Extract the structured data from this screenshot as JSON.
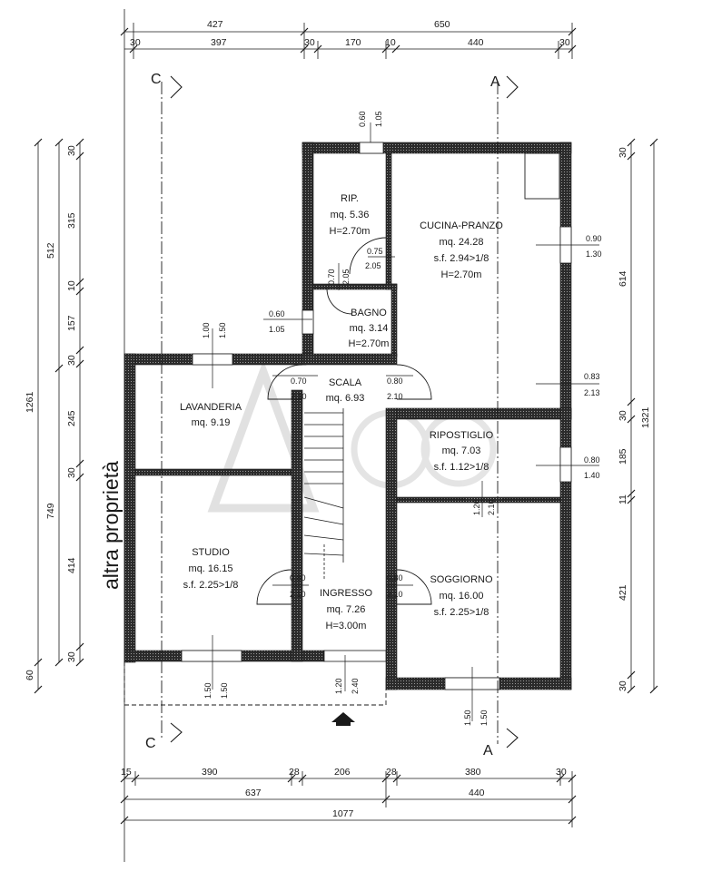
{
  "property_note": "altra proprietà",
  "rooms": {
    "rip": [
      "RIP.",
      "mq. 5.36",
      "H=2.70m"
    ],
    "cucina": [
      "CUCINA-PRANZO",
      "mq. 24.28",
      "s.f. 2.94>1/8",
      "H=2.70m"
    ],
    "bagno": [
      "BAGNO",
      "mq. 3.14",
      "H=2.70m"
    ],
    "scala": [
      "SCALA",
      "mq. 6.93"
    ],
    "lavanderia": [
      "LAVANDERIA",
      "mq. 9.19"
    ],
    "ripostiglio": [
      "RIPOSTIGLIO",
      "mq. 7.03",
      "s.f. 1.12>1/8"
    ],
    "studio": [
      "STUDIO",
      "mq. 16.15",
      "s.f. 2.25>1/8"
    ],
    "ingresso": [
      "INGRESSO",
      "mq. 7.26",
      "H=3.00m"
    ],
    "soggiorno": [
      "SOGGIORNO",
      "mq. 16.00",
      "s.f. 2.25>1/8"
    ]
  },
  "dims_top": [
    "427",
    "650"
  ],
  "dims_top2": [
    "30",
    "397",
    "30",
    "170",
    "10",
    "440",
    "30"
  ],
  "dims_bottom1": [
    "15",
    "390",
    "28",
    "206",
    "28",
    "380",
    "30"
  ],
  "dims_bottom2": [
    "637",
    "440"
  ],
  "dims_bottom3": [
    "1077"
  ],
  "dims_left_outer": [
    "1261",
    "60"
  ],
  "dims_left_mid": [
    "512",
    "749"
  ],
  "dims_left_inner": [
    "30",
    "315",
    "10",
    "157",
    "30",
    "245",
    "30",
    "414",
    "30"
  ],
  "dims_right_inner": [
    "30",
    "614",
    "30",
    "185",
    "11",
    "421",
    "30"
  ],
  "dims_right_outer": [
    "1321"
  ],
  "openings": {
    "rip_window_a": "0.60",
    "rip_window_b": "1.05",
    "door_rip_a": "0.75",
    "door_rip_b": "2.05",
    "door_bagno_a": "0.70",
    "door_bagno_b": "2.05",
    "bagno_win_a": "0.60",
    "bagno_win_b": "1.05",
    "lav_win_a": "1.00",
    "lav_win_b": "1.50",
    "cucina_win_a": "0.90",
    "cucina_win_b": "1.30",
    "cucina_door_a": "0.83",
    "cucina_door_b": "2.13",
    "scala_door_l_a": "0.70",
    "scala_door_l_b": "2.10",
    "scala_door_r_a": "0.80",
    "scala_door_r_b": "2.10",
    "rip2_win_a": "0.80",
    "rip2_win_b": "1.40",
    "rip2_door_a": "1.20",
    "rip2_door_b": "2.10",
    "studio_door_a": "0.80",
    "studio_door_b": "2.10",
    "sogg_door_a": "0.80",
    "sogg_door_b": "2.10",
    "studio_win_a": "1.50",
    "studio_win_b": "1.50",
    "ingresso_a": "1.20",
    "ingresso_b": "2.40",
    "sogg_win_a": "1.50",
    "sogg_win_b": "1.50"
  },
  "sections": {
    "c_top": "C",
    "a_top": "A",
    "c_bottom": "C",
    "a_bottom": "A"
  }
}
